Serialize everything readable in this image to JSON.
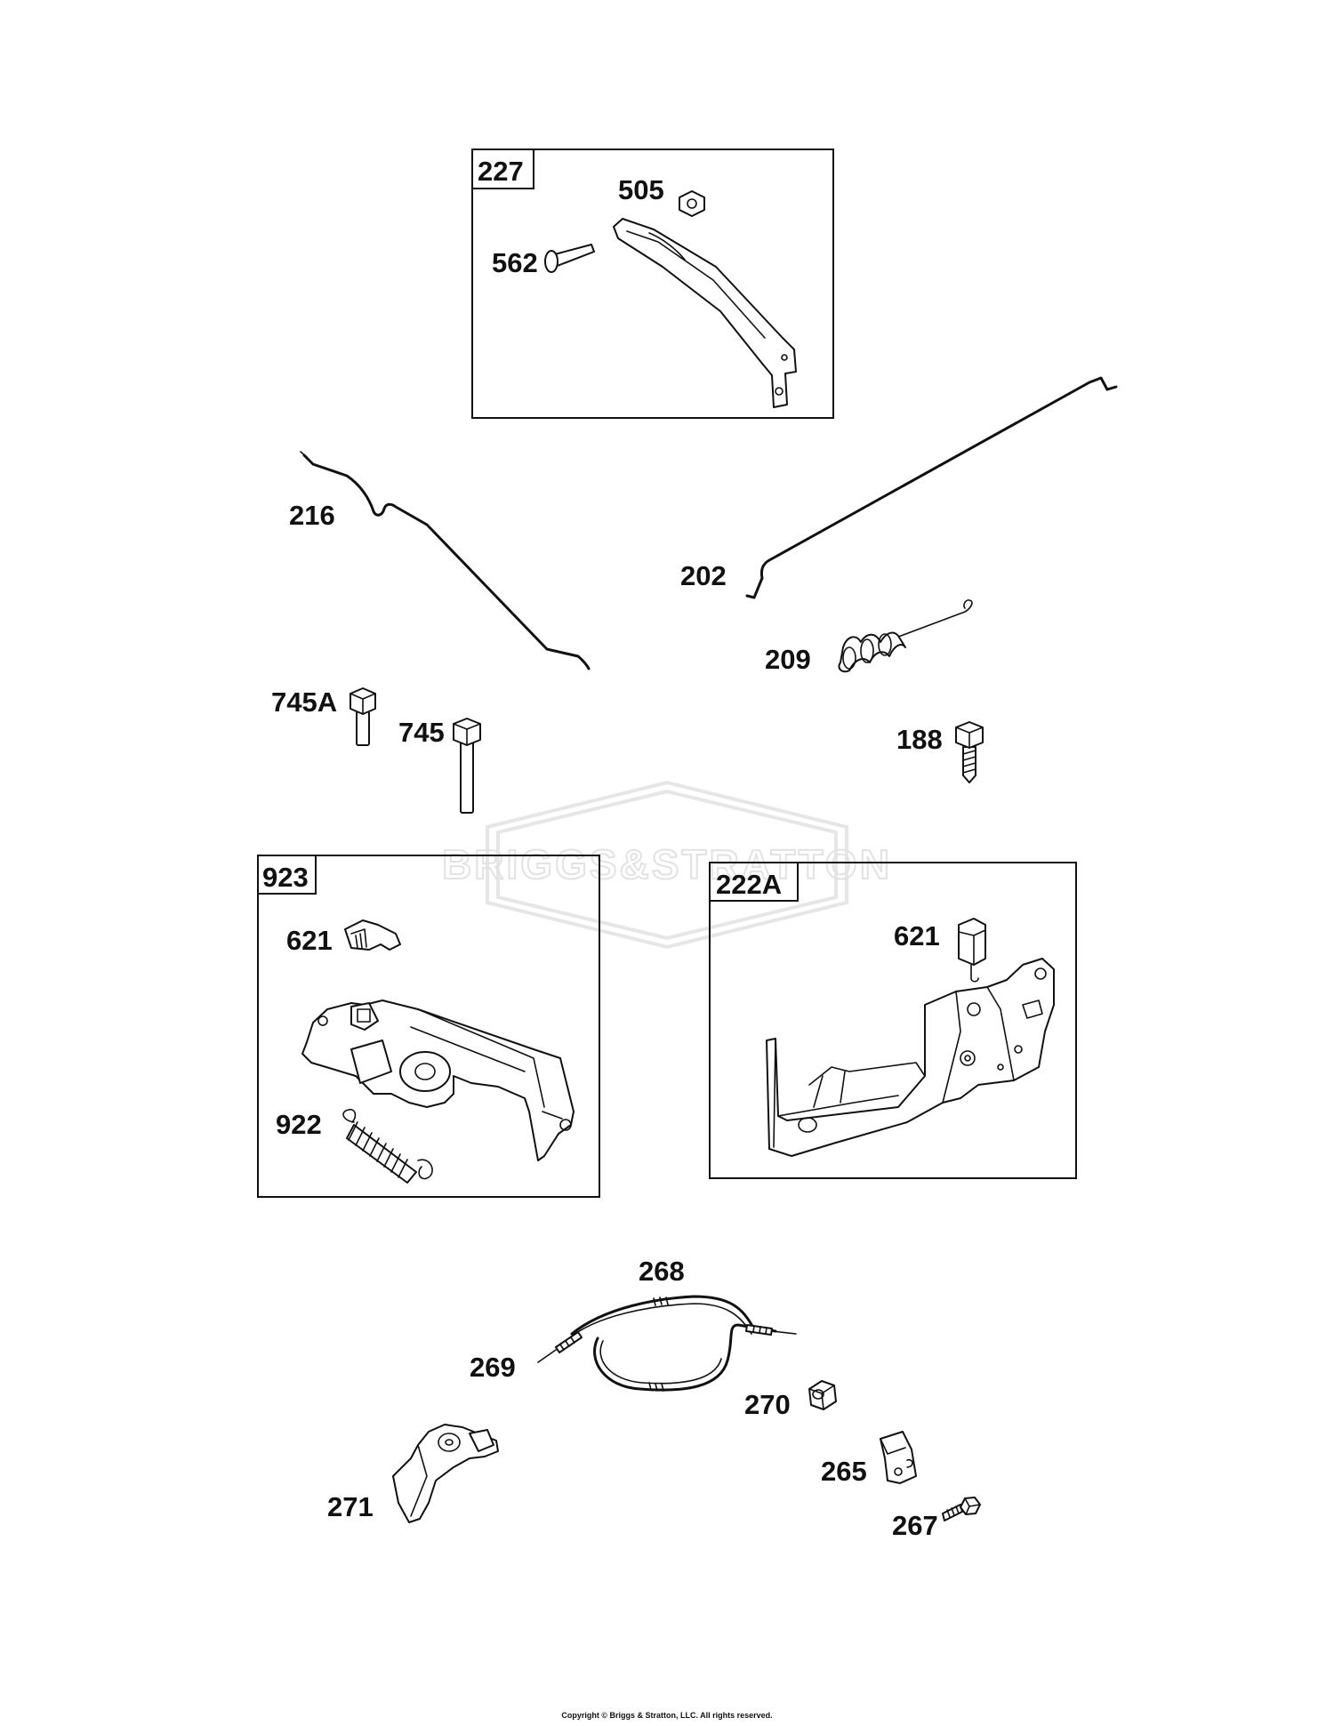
{
  "callouts": {
    "c227": "227",
    "c505": "505",
    "c562": "562",
    "c216": "216",
    "c202": "202",
    "c209": "209",
    "c745A": "745A",
    "c745": "745",
    "c188": "188",
    "c923": "923",
    "c621a": "621",
    "c922": "922",
    "c222A": "222A",
    "c621b": "621",
    "c268": "268",
    "c269": "269",
    "c270": "270",
    "c271": "271",
    "c265": "265",
    "c267": "267"
  },
  "watermark": {
    "text": "BRIGGS&STRATTON"
  },
  "footer": {
    "copyright": "Copyright © Briggs & Stratton, LLC. All rights reserved."
  }
}
